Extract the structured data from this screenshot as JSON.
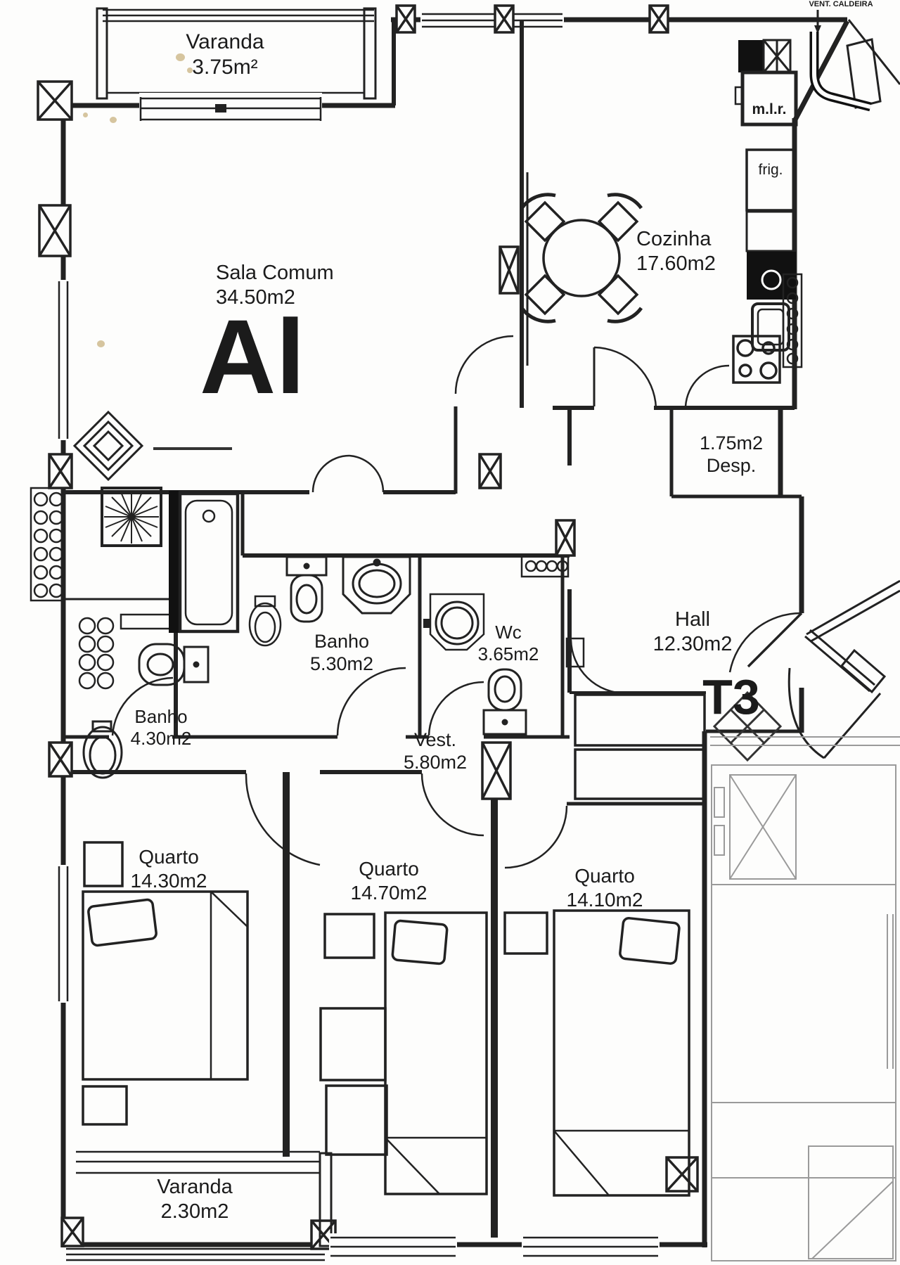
{
  "plan": {
    "unit_type": "T3",
    "big_room_mark": "Al",
    "annotations": {
      "vent_caldeira": "VENT. CALDEIRA",
      "mlr": "m.l.r.",
      "frig": "frig."
    },
    "rooms": [
      {
        "id": "varanda-top",
        "name": "Varanda",
        "area": "3.75m²"
      },
      {
        "id": "sala-comum",
        "name": "Sala Comum",
        "area": "34.50m2"
      },
      {
        "id": "cozinha",
        "name": "Cozinha",
        "area": "17.60m2"
      },
      {
        "id": "despensa",
        "name": "Desp.",
        "area": "1.75m2"
      },
      {
        "id": "hall",
        "name": "Hall",
        "area": "12.30m2"
      },
      {
        "id": "banho-principal",
        "name": "Banho",
        "area": "5.30m2"
      },
      {
        "id": "wc",
        "name": "Wc",
        "area": "3.65m2"
      },
      {
        "id": "banho-2",
        "name": "Banho",
        "area": "4.30m2"
      },
      {
        "id": "vestibulo",
        "name": "Vest.",
        "area": "5.80m2"
      },
      {
        "id": "quarto-1",
        "name": "Quarto",
        "area": "14.30m2"
      },
      {
        "id": "quarto-2",
        "name": "Quarto",
        "area": "14.70m2"
      },
      {
        "id": "quarto-3",
        "name": "Quarto",
        "area": "14.10m2"
      },
      {
        "id": "varanda-bottom",
        "name": "Varanda",
        "area": "2.30m2"
      }
    ]
  }
}
